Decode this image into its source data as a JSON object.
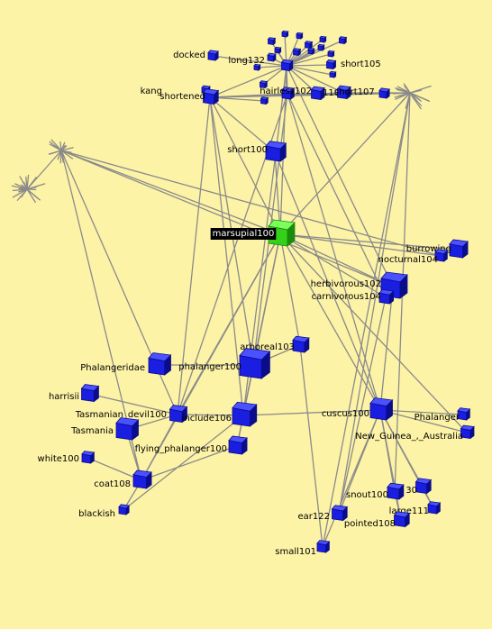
{
  "colors": {
    "background": "#fdf3a6",
    "node": "#1a1ee0",
    "node_dark": "#0a0c8a",
    "node_light": "#4a52ff",
    "selected_node": "#33d11a",
    "selected_dark": "#1c8a0c",
    "selected_light": "#7bff5a",
    "edge": "#8a8a8a",
    "selected_label_bg": "#000000",
    "selected_label_text": "#ffffff"
  },
  "graph": {
    "selected": "marsupial100",
    "nodes": [
      {
        "id": "marsupial100",
        "label": "marsupial100",
        "selected": true
      },
      {
        "id": "docked",
        "label": "docked"
      },
      {
        "id": "long132",
        "label": "long132"
      },
      {
        "id": "short105",
        "label": "short105"
      },
      {
        "id": "kangaroo100",
        "label": "kang"
      },
      {
        "id": "shortened",
        "label": "shortened"
      },
      {
        "id": "hairless102",
        "label": "hairless102"
      },
      {
        "id": "n110",
        "label": "110"
      },
      {
        "id": "short107",
        "label": "short107"
      },
      {
        "id": "short100",
        "label": "short100"
      },
      {
        "id": "burrowing",
        "label": "burrowing"
      },
      {
        "id": "nocturnal104",
        "label": "nocturnal104"
      },
      {
        "id": "herbivorous102",
        "label": "herbivorous102"
      },
      {
        "id": "carnivorous104",
        "label": "carnivorous104"
      },
      {
        "id": "arboreal103",
        "label": "arboreal103"
      },
      {
        "id": "phalangeridae",
        "label": "Phalangeridae"
      },
      {
        "id": "phalanger100",
        "label": "phalanger100"
      },
      {
        "id": "harrisii",
        "label": "harrisii"
      },
      {
        "id": "tasmanian_devil100",
        "label": "Tasmanian_devil100"
      },
      {
        "id": "include106",
        "label": "include106"
      },
      {
        "id": "tasmania",
        "label": "Tasmania"
      },
      {
        "id": "flying_phalanger100",
        "label": "flying_phalanger100"
      },
      {
        "id": "cuscus100",
        "label": "cuscus100"
      },
      {
        "id": "phalanger",
        "label": "Phalanger"
      },
      {
        "id": "new_guinea",
        "label": "New_Guinea_,_Australia"
      },
      {
        "id": "white100",
        "label": "white100"
      },
      {
        "id": "coat108",
        "label": "coat108"
      },
      {
        "id": "blackish",
        "label": "blackish"
      },
      {
        "id": "snout100",
        "label": "snout100"
      },
      {
        "id": "n30",
        "label": "30"
      },
      {
        "id": "large111",
        "label": "large111"
      },
      {
        "id": "ear122",
        "label": "ear122"
      },
      {
        "id": "pointed108",
        "label": "pointed108"
      },
      {
        "id": "small101",
        "label": "small101"
      },
      {
        "id": "hub_top",
        "label": ""
      },
      {
        "id": "burst_right",
        "label": ""
      },
      {
        "id": "burst_left",
        "label": ""
      },
      {
        "id": "burst_left2",
        "label": ""
      },
      {
        "id": "d1",
        "label": ""
      },
      {
        "id": "d2",
        "label": ""
      },
      {
        "id": "d3",
        "label": ""
      },
      {
        "id": "d4",
        "label": ""
      },
      {
        "id": "d5",
        "label": ""
      },
      {
        "id": "d6",
        "label": ""
      },
      {
        "id": "d7",
        "label": ""
      },
      {
        "id": "d8",
        "label": ""
      },
      {
        "id": "d9",
        "label": ""
      },
      {
        "id": "d10",
        "label": ""
      },
      {
        "id": "d11",
        "label": ""
      },
      {
        "id": "d12",
        "label": ""
      },
      {
        "id": "d13",
        "label": ""
      },
      {
        "id": "d14",
        "label": ""
      },
      {
        "id": "d15",
        "label": ""
      },
      {
        "id": "d16",
        "label": ""
      }
    ],
    "edges": [
      [
        "marsupial100",
        "burrowing"
      ],
      [
        "marsupial100",
        "nocturnal104"
      ],
      [
        "marsupial100",
        "herbivorous102"
      ],
      [
        "marsupial100",
        "carnivorous104"
      ],
      [
        "marsupial100",
        "arboreal103"
      ],
      [
        "marsupial100",
        "phalanger100"
      ],
      [
        "marsupial100",
        "include106"
      ],
      [
        "marsupial100",
        "tasmanian_devil100"
      ],
      [
        "marsupial100",
        "cuscus100"
      ],
      [
        "marsupial100",
        "coat108"
      ],
      [
        "marsupial100",
        "short100"
      ],
      [
        "marsupial100",
        "shortened"
      ],
      [
        "marsupial100",
        "burst_left"
      ],
      [
        "marsupial100",
        "burst_right"
      ],
      [
        "marsupial100",
        "hub_top"
      ],
      [
        "marsupial100",
        "new_guinea"
      ],
      [
        "marsupial100",
        "flying_phalanger100"
      ],
      [
        "hub_top",
        "docked"
      ],
      [
        "hub_top",
        "long132"
      ],
      [
        "hub_top",
        "short105"
      ],
      [
        "hub_top",
        "hairless102"
      ],
      [
        "hub_top",
        "n110"
      ],
      [
        "hub_top",
        "short107"
      ],
      [
        "hub_top",
        "shortened"
      ],
      [
        "hub_top",
        "d1"
      ],
      [
        "hub_top",
        "d2"
      ],
      [
        "hub_top",
        "d3"
      ],
      [
        "hub_top",
        "d4"
      ],
      [
        "hub_top",
        "d5"
      ],
      [
        "hub_top",
        "d6"
      ],
      [
        "hub_top",
        "d7"
      ],
      [
        "hub_top",
        "d8"
      ],
      [
        "hub_top",
        "d9"
      ],
      [
        "hub_top",
        "d10"
      ],
      [
        "hub_top",
        "d11"
      ],
      [
        "hub_top",
        "d12"
      ],
      [
        "hub_top",
        "d13"
      ],
      [
        "hub_top",
        "d14"
      ],
      [
        "shortened",
        "kangaroo100"
      ],
      [
        "shortened",
        "hairless102"
      ],
      [
        "shortened",
        "short107"
      ],
      [
        "shortened",
        "n110"
      ],
      [
        "shortened",
        "d15"
      ],
      [
        "shortened",
        "d16"
      ],
      [
        "shortened",
        "burst_right"
      ],
      [
        "shortened",
        "include106"
      ],
      [
        "shortened",
        "tasmanian_devil100"
      ],
      [
        "shortened",
        "phalanger100"
      ],
      [
        "shortened",
        "short100"
      ],
      [
        "hairless102",
        "tasmanian_devil100"
      ],
      [
        "hairless102",
        "phalanger100"
      ],
      [
        "hairless102",
        "carnivorous104"
      ],
      [
        "hairless102",
        "cuscus100"
      ],
      [
        "hub_top",
        "herbivorous102"
      ],
      [
        "hub_top",
        "include106"
      ],
      [
        "burst_right",
        "ear122"
      ],
      [
        "burst_right",
        "small101"
      ],
      [
        "burst_right",
        "snout100"
      ],
      [
        "burst_right",
        "short107"
      ],
      [
        "burst_right",
        "n110"
      ],
      [
        "burst_left",
        "tasmanian_devil100"
      ],
      [
        "burst_left",
        "coat108"
      ],
      [
        "burst_left",
        "burst_left2"
      ],
      [
        "burst_left",
        "nocturnal104"
      ],
      [
        "burst_left",
        "herbivorous102"
      ],
      [
        "phalanger100",
        "phalangeridae"
      ],
      [
        "tasmanian_devil100",
        "harrisii"
      ],
      [
        "tasmanian_devil100",
        "tasmania"
      ],
      [
        "tasmanian_devil100",
        "include106"
      ],
      [
        "tasmanian_devil100",
        "coat108"
      ],
      [
        "include106",
        "cuscus100"
      ],
      [
        "include106",
        "flying_phalanger100"
      ],
      [
        "include106",
        "phalanger100"
      ],
      [
        "include106",
        "blackish"
      ],
      [
        "phalanger100",
        "arboreal103"
      ],
      [
        "cuscus100",
        "phalanger"
      ],
      [
        "cuscus100",
        "new_guinea"
      ],
      [
        "cuscus100",
        "snout100"
      ],
      [
        "cuscus100",
        "n30"
      ],
      [
        "cuscus100",
        "large111"
      ],
      [
        "cuscus100",
        "ear122"
      ],
      [
        "cuscus100",
        "pointed108"
      ],
      [
        "cuscus100",
        "small101"
      ],
      [
        "herbivorous102",
        "cuscus100"
      ],
      [
        "carnivorous104",
        "ear122"
      ],
      [
        "coat108",
        "white100"
      ],
      [
        "coat108",
        "blackish"
      ],
      [
        "coat108",
        "tasmania"
      ],
      [
        "coat108",
        "flying_phalanger100"
      ],
      [
        "short100",
        "cuscus100"
      ],
      [
        "arboreal103",
        "small101"
      ],
      [
        "n30",
        "large111"
      ],
      [
        "snout100",
        "pointed108"
      ]
    ]
  }
}
